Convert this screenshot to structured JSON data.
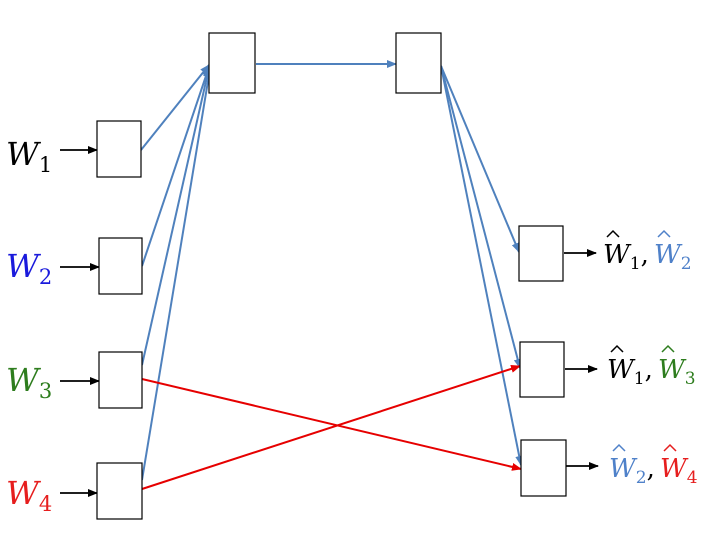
{
  "colors": {
    "black": "#000000",
    "blue": "#1a1adc",
    "light_blue": "#4f81c9",
    "green": "#2e7d1e",
    "red": "#e61e1e",
    "edge_blue": "#4f81bd",
    "edge_red": "#e60000"
  },
  "inputs": [
    {
      "letter": "W",
      "index": "1"
    },
    {
      "letter": "W",
      "index": "2"
    },
    {
      "letter": "W",
      "index": "3"
    },
    {
      "letter": "W",
      "index": "4"
    }
  ],
  "outputs": [
    {
      "a": {
        "letter": "W",
        "index": "1"
      },
      "sep": ",",
      "b": {
        "letter": "W",
        "index": "2"
      }
    },
    {
      "a": {
        "letter": "W",
        "index": "1"
      },
      "sep": ",",
      "b": {
        "letter": "W",
        "index": "3"
      }
    },
    {
      "a": {
        "letter": "W",
        "index": "2"
      },
      "sep": ",",
      "b": {
        "letter": "W",
        "index": "4"
      }
    }
  ]
}
